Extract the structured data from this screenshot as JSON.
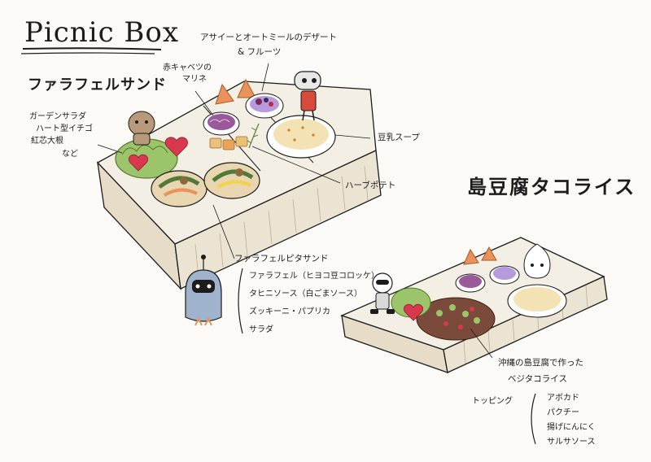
{
  "title": "Picnic Box",
  "box1": {
    "heading": "ファラフェルサンド",
    "label_dessert_1": "アサイーとオートミールのデザート",
    "label_dessert_2": "& フルーツ",
    "label_marinade_1": "赤キャベツの",
    "label_marinade_2": "マリネ",
    "label_garden_1": "ガーデンサラダ",
    "label_garden_2": "ハート型イチゴ",
    "label_garden_3": "紅芯大根",
    "label_garden_4": "など",
    "label_soup": "豆乳スープ",
    "label_potato": "ハーブポテト",
    "sandwich_title": "ファラフェルピタサンド",
    "sandwich_items": [
      "ファラフェル（ヒヨコ豆コロッケ）",
      "タヒニソース（白ごまソース）",
      "ズッキーニ・パプリカ",
      "サラダ"
    ]
  },
  "box2": {
    "heading": "島豆腐タコライス",
    "label_1": "沖縄の島豆腐で作った",
    "label_2": "ベジタコライス",
    "topping_label": "トッピング",
    "topping_items": [
      "アボカド",
      "パクチー",
      "揚げにんにく",
      "サルサソース"
    ]
  },
  "colors": {
    "ink": "#1c1c1c",
    "heart": "#d8394f",
    "lettuce": "#9cc46a",
    "pita": "#e8d6b0",
    "soup": "#f3e2b3",
    "cabbage": "#9a5a9a",
    "acai": "#b59adc",
    "orange": "#e9935a",
    "robot_shell": "#c9c9c9",
    "box_shade": "#d9cfbd"
  }
}
